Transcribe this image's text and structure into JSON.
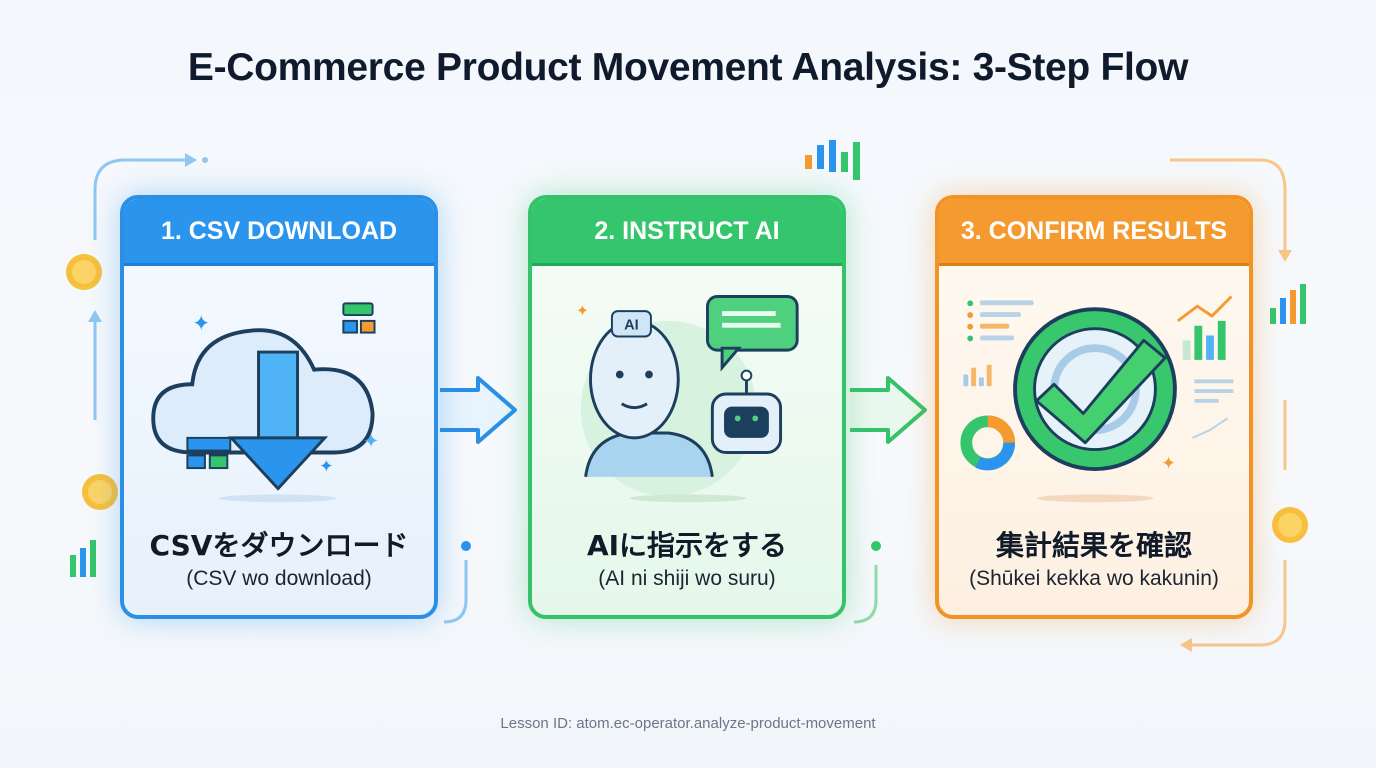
{
  "title": "E-Commerce Product Movement Analysis: 3-Step Flow",
  "steps": [
    {
      "header": "1. CSV DOWNLOAD",
      "japanese": "CSVをダウンロード",
      "romaji": "(CSV wo download)",
      "icon": "cloud-download-icon",
      "color": "#2b94ec"
    },
    {
      "header": "2. INSTRUCT AI",
      "japanese": "AIに指示をする",
      "romaji": "(AI ni shiji wo suru)",
      "icon": "ai-chat-icon",
      "color": "#35c56c",
      "ai_label": "AI"
    },
    {
      "header": "3. CONFIRM RESULTS",
      "japanese": "集計結果を確認",
      "romaji": "(Shūkei kekka wo kakunin)",
      "icon": "check-circle-icon",
      "color": "#f59a2e"
    }
  ],
  "footer": "Lesson ID: atom.ec-operator.analyze-product-movement"
}
